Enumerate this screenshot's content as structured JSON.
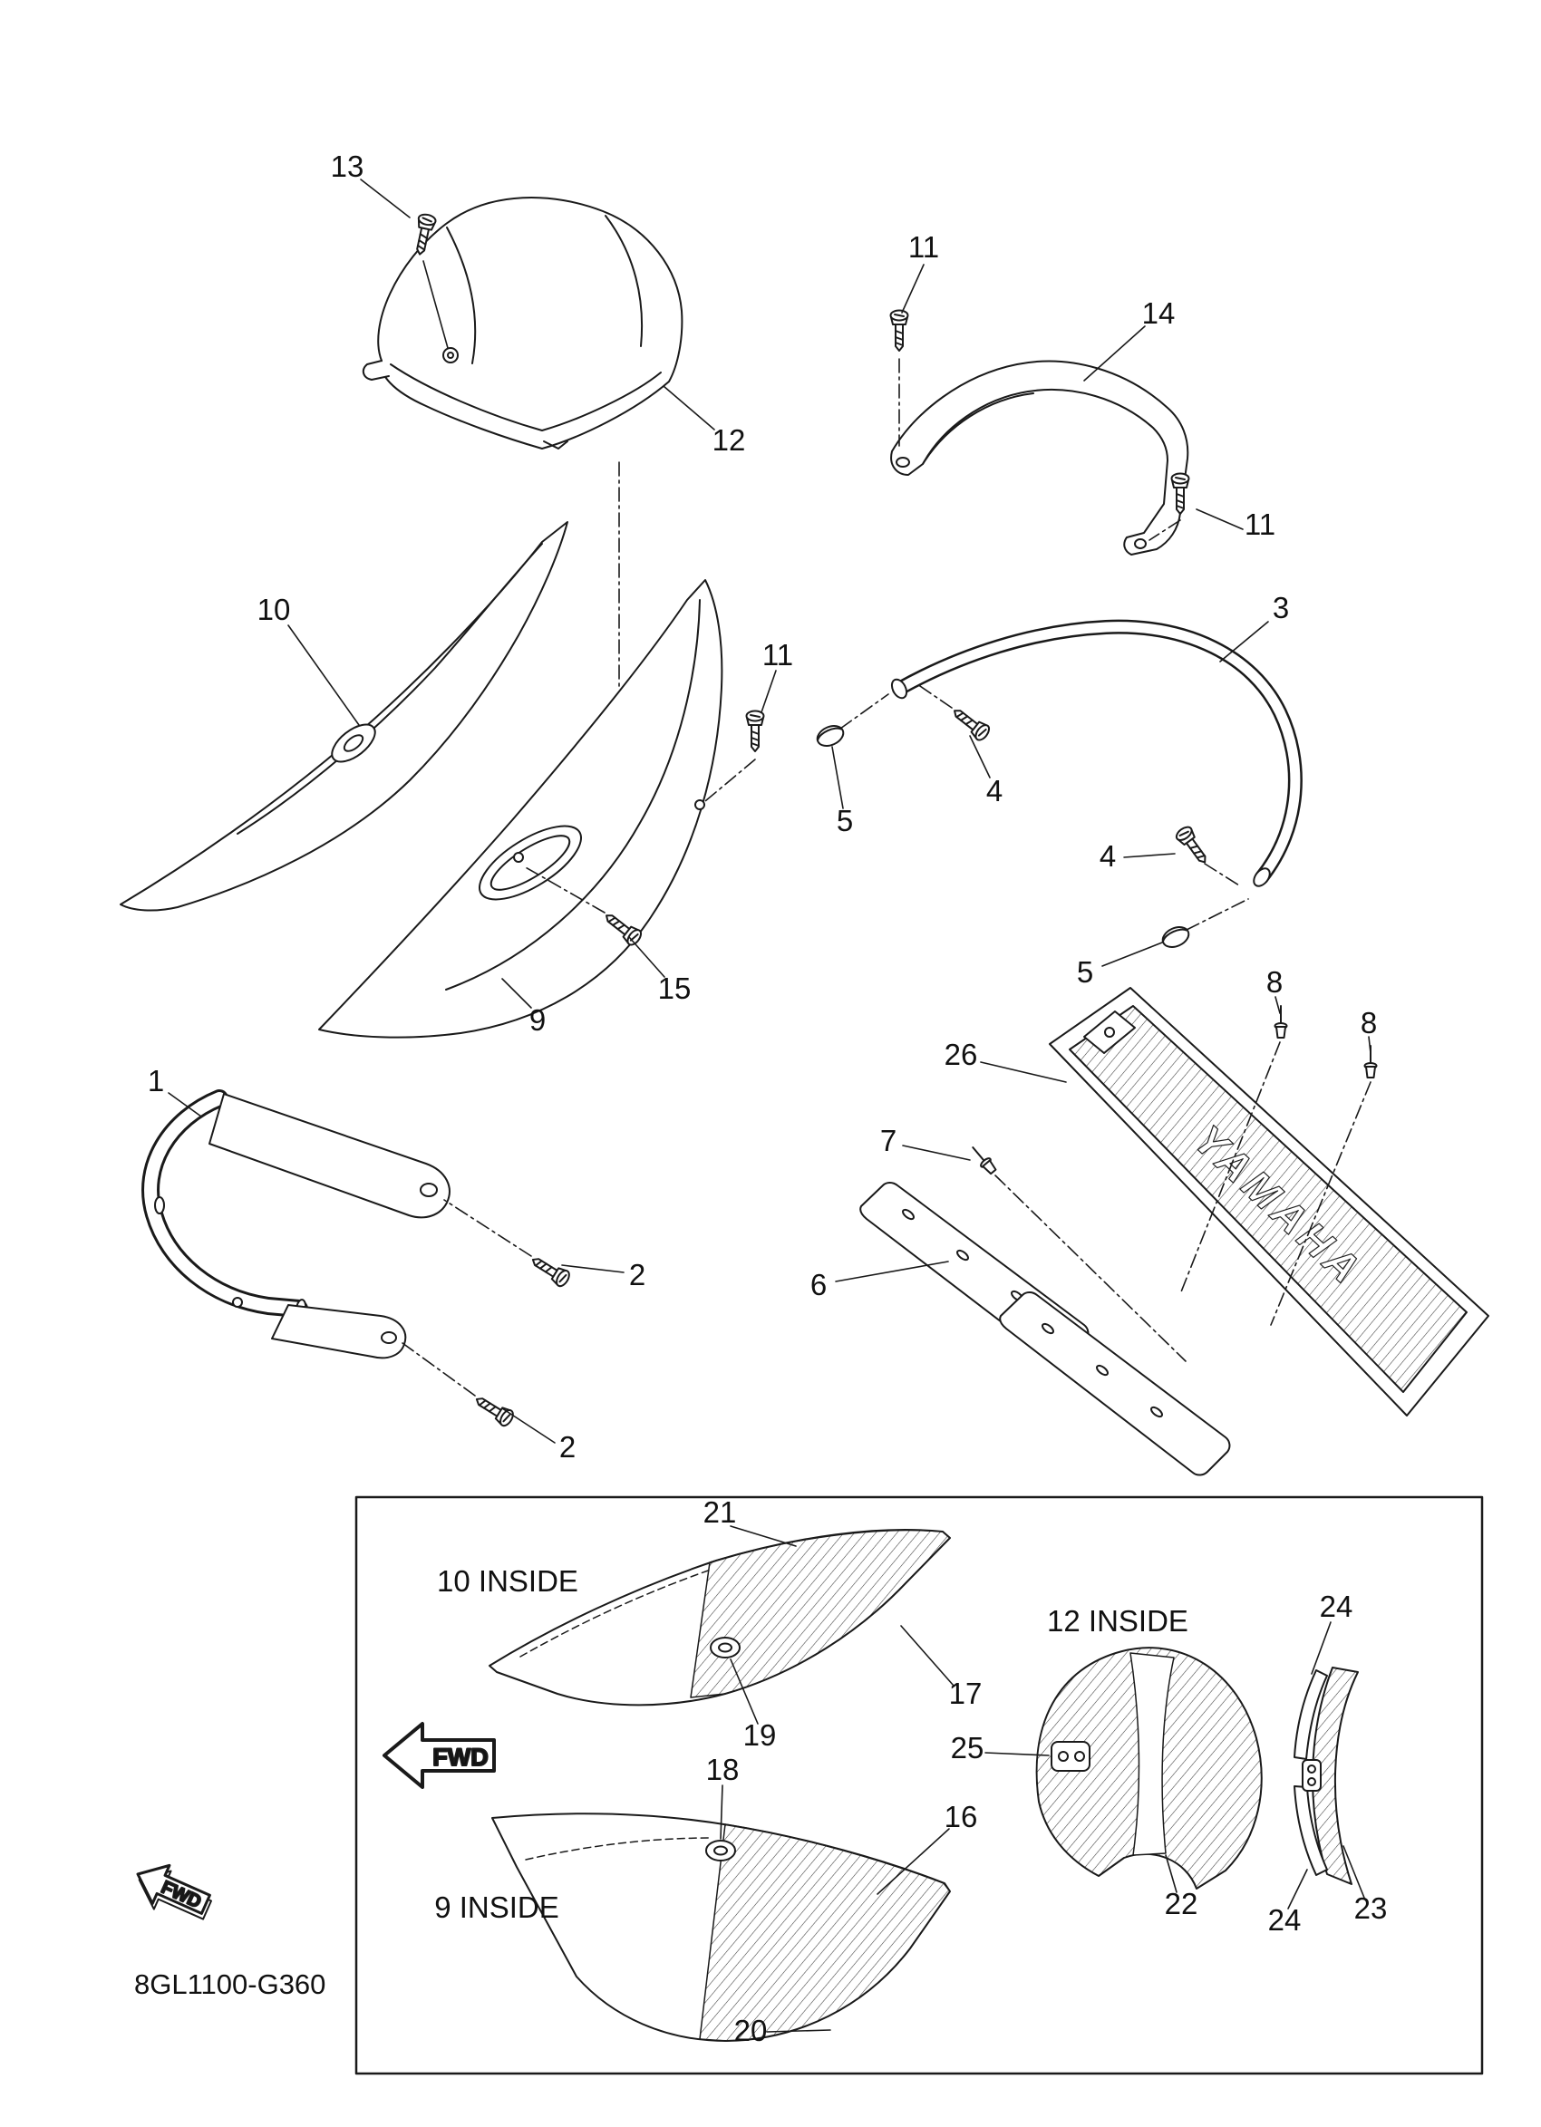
{
  "diagram": {
    "code": "8GL1100-G360",
    "brand_mark": "YAMAHA",
    "direction_arrows": {
      "large": "FWD",
      "small": "FWD"
    },
    "inset_labels": {
      "cover_10": "10 INSIDE",
      "cover_12": "12 INSIDE",
      "cover_9": "9 INSIDE"
    },
    "callouts": [
      {
        "ref": "13"
      },
      {
        "ref": "12"
      },
      {
        "ref": "11"
      },
      {
        "ref": "14"
      },
      {
        "ref": "11"
      },
      {
        "ref": "10"
      },
      {
        "ref": "3"
      },
      {
        "ref": "11"
      },
      {
        "ref": "5"
      },
      {
        "ref": "4"
      },
      {
        "ref": "4"
      },
      {
        "ref": "5"
      },
      {
        "ref": "8"
      },
      {
        "ref": "8"
      },
      {
        "ref": "26"
      },
      {
        "ref": "15"
      },
      {
        "ref": "9"
      },
      {
        "ref": "1"
      },
      {
        "ref": "7"
      },
      {
        "ref": "6"
      },
      {
        "ref": "2"
      },
      {
        "ref": "2"
      },
      {
        "ref": "21"
      },
      {
        "ref": "17"
      },
      {
        "ref": "19"
      },
      {
        "ref": "24"
      },
      {
        "ref": "25"
      },
      {
        "ref": "18"
      },
      {
        "ref": "16"
      },
      {
        "ref": "22"
      },
      {
        "ref": "24"
      },
      {
        "ref": "23"
      },
      {
        "ref": "20"
      }
    ]
  }
}
